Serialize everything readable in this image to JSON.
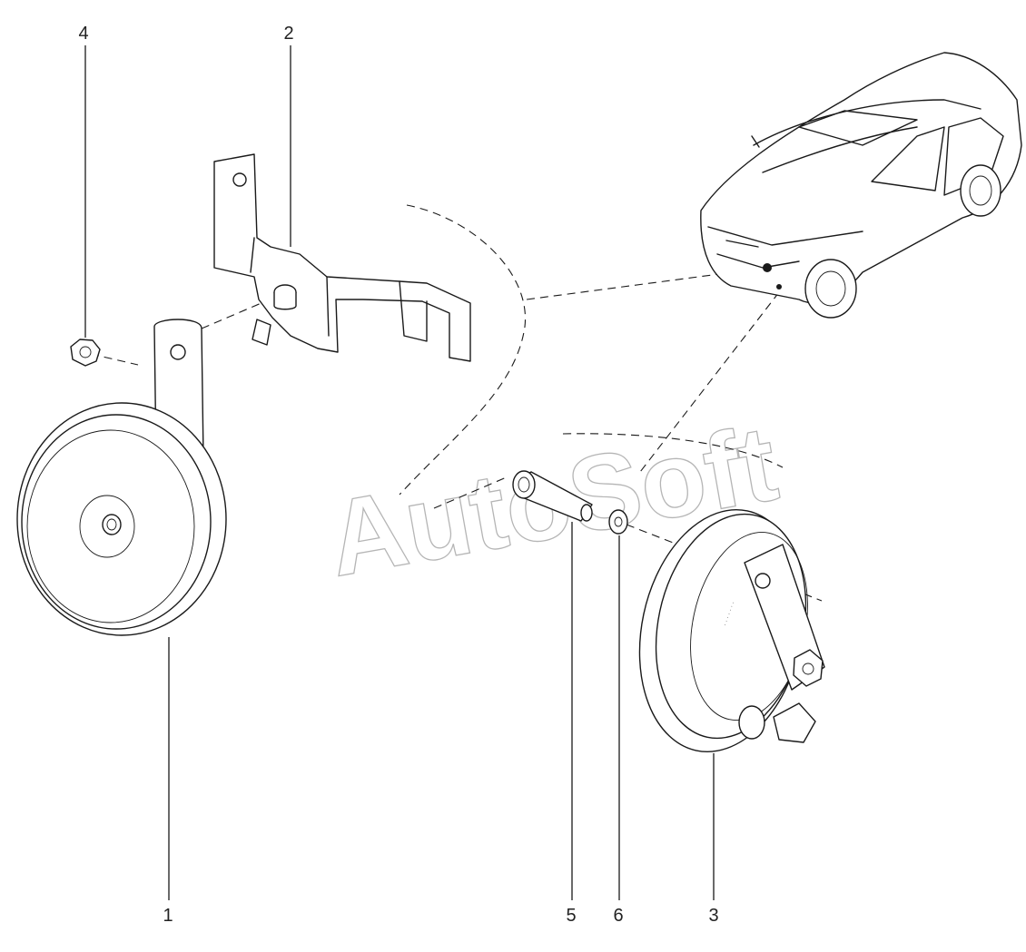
{
  "watermark": "AutoSoft",
  "callouts": {
    "c1": "1",
    "c2": "2",
    "c3": "3",
    "c4": "4",
    "c5": "5",
    "c6": "6"
  },
  "icons": {
    "car": "car-illustration-icon",
    "horn_low": "horn-icon",
    "horn_high": "horn-icon",
    "bracket": "bracket-icon",
    "nut": "nut-icon",
    "bolt": "bolt-icon",
    "washer": "washer-icon"
  }
}
